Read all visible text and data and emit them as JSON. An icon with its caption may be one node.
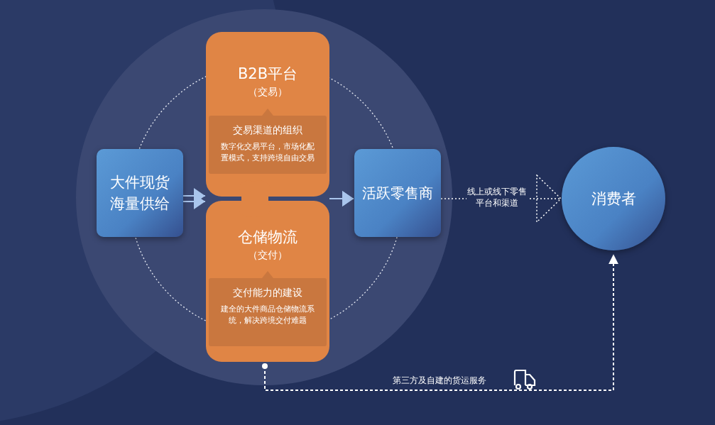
{
  "diagram": {
    "nodes": [
      {
        "text": [
          "大件现货海量供给"
        ]
      },
      {
        "text": [
          "B2B平台",
          "（交易）"
        ]
      },
      {
        "text": [
          "交易渠道的组织",
          "数字化交易平台，市场化配置模式，支持跨境自由交易"
        ],
        "in": 1
      },
      {
        "text": [
          "仓储物流",
          "（交付）"
        ]
      },
      {
        "text": [
          "交付能力的建设",
          "建全的大件商品仓储物流系统，解决跨境交付难题"
        ],
        "in": 3
      },
      {
        "text": [
          "活跃零售商"
        ]
      },
      {
        "text": [
          "消费者"
        ]
      }
    ],
    "edges": [
      {
        "from": 0,
        "to": 1,
        "arrow": "to"
      },
      {
        "from": 0,
        "to": 3,
        "arrow": "to"
      },
      {
        "from": 1,
        "to": 5,
        "arrow": "to"
      },
      {
        "from": 3,
        "to": 5,
        "arrow": "to"
      },
      {
        "from": 5,
        "to": 6,
        "arrow": "to",
        "label": "线上或线下零售平台和渠道",
        "style": "dashed"
      },
      {
        "from": 3,
        "to": 6,
        "arrow": "to",
        "label": "第三方及自建的货运服务",
        "style": "dashed"
      }
    ]
  }
}
